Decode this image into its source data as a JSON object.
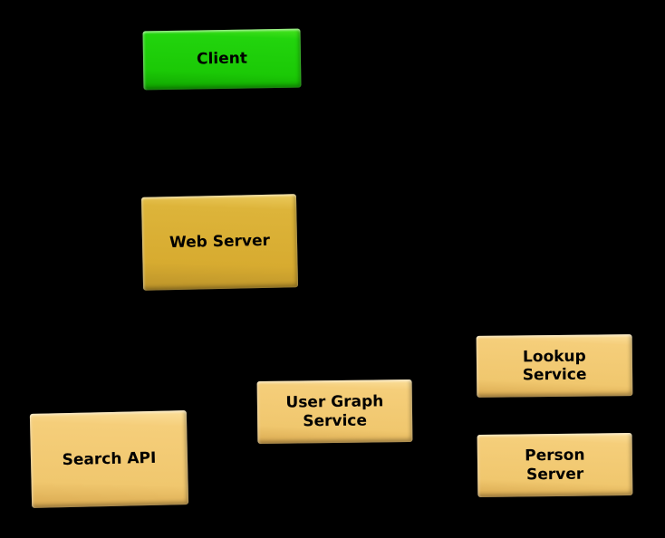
{
  "diagram": {
    "background_color": "#000000",
    "node_text_color": "#000000",
    "colors": {
      "client_green": "#22d40d",
      "web_server_gold": "#ddb43a",
      "service_gold": "#f5ce7a"
    },
    "nodes": [
      {
        "id": "client",
        "label": "Client",
        "fill": "#22d40d"
      },
      {
        "id": "web-server",
        "label": "Web Server",
        "fill": "#ddb43a"
      },
      {
        "id": "search-api",
        "label": "Search API",
        "fill": "#f5ce7a"
      },
      {
        "id": "user-graph-service",
        "label": "User Graph\nService",
        "fill": "#f5ce7a"
      },
      {
        "id": "lookup-service",
        "label": "Lookup\nService",
        "fill": "#f5ce7a"
      },
      {
        "id": "person-server",
        "label": "Person\nServer",
        "fill": "#f5ce7a"
      }
    ]
  }
}
